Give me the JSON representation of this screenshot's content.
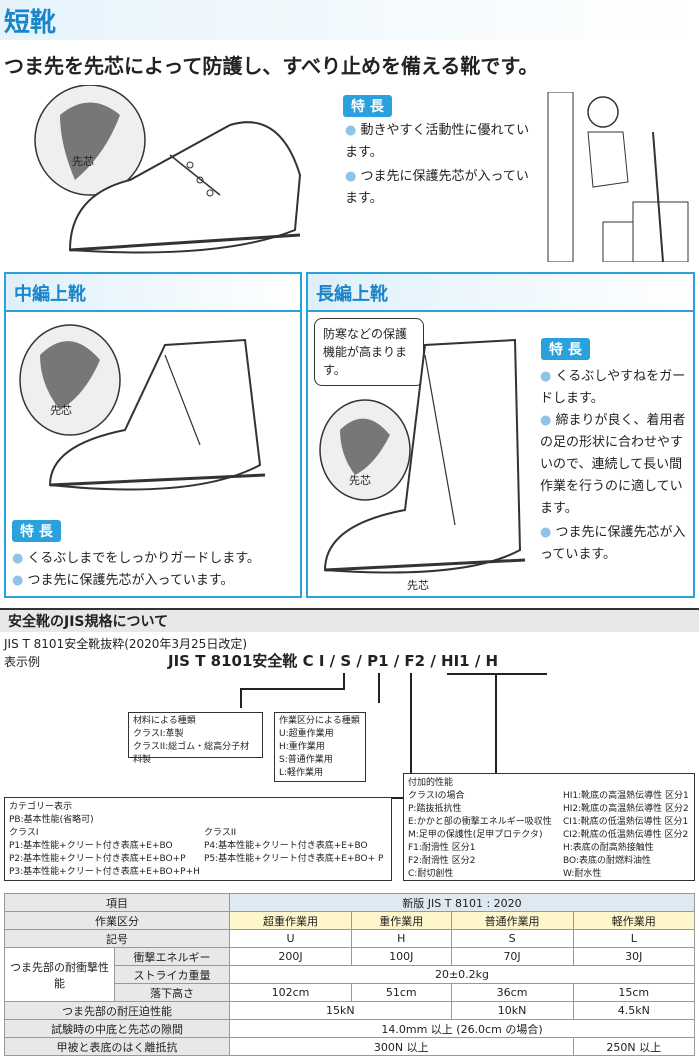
{
  "header": {
    "title": "短靴",
    "subtitle": "つま先を先芯によって防護し、すべり止めを備える靴です。"
  },
  "short_boot": {
    "toe_label": "先芯",
    "feature_tag": "特 長",
    "features": [
      "動きやすく活動性に優れています。",
      "つま先に保護先芯が入っています。"
    ]
  },
  "mid_boot": {
    "title": "中編上靴",
    "toe_label": "先芯",
    "feature_tag": "特 長",
    "features": [
      "くるぶしまでをしっかりガードします。",
      "つま先に保護先芯が入っています。"
    ]
  },
  "long_boot": {
    "title": "長編上靴",
    "speech": "防寒などの保護機能が高まります。",
    "toe_label": "先芯",
    "toe_label_bottom": "先芯",
    "feature_tag": "特 長",
    "features": [
      "くるぶしやすねをガードします。",
      "締まりが良く、着用者の足の形状に合わせやすいので、連続して長い間作業を行うのに適しています。",
      "つま先に保護先芯が入っています。"
    ]
  },
  "jis": {
    "title": "安全靴のJIS規格について",
    "excerpt": "JIS T 8101安全靴抜粋(2020年3月25日改定)",
    "example_label": "表示例",
    "code": "JIS T 8101安全靴 C I / S / P1 / F2 / HI1 / H",
    "material": {
      "title": "材料による種類",
      "lines": [
        "クラスI:革製",
        "クラスII:総ゴム・総高分子材料製"
      ]
    },
    "work": {
      "title": "作業区分による種類",
      "lines": [
        "U:超重作業用",
        "H:重作業用",
        "S:普通作業用",
        "L:軽作業用"
      ]
    },
    "category": {
      "title": "カテゴリー表示",
      "pb": "PB:基本性能(省略可)",
      "class1": "クラスI",
      "class2": "クラスII",
      "left": [
        "P1:基本性能+クリート付き表底+E+BO",
        "P2:基本性能+クリート付き表底+E+BO+P",
        "P3:基本性能+クリート付き表底+E+BO+P+H"
      ],
      "right": [
        "P4:基本性能+クリート付き表底+E+BO",
        "P5:基本性能+クリート付き表底+E+BO+ P"
      ]
    },
    "additional": {
      "title": "付加的性能",
      "sub": "クラスIの場合",
      "left": [
        "P:踏抜抵抗性",
        "E:かかと部の衝撃エネルギー吸収性",
        "M:足甲の保護性(足甲プロテクタ)",
        "F1:耐滑性 区分1",
        "F2:耐滑性 区分2",
        "C:耐切創性"
      ],
      "right": [
        "HI1:靴底の高温熱伝導性 区分1",
        "HI2:靴底の高温熱伝導性 区分2",
        "CI1:靴底の低温熱伝導性 区分1",
        "CI2:靴底の低温熱伝導性 区分2",
        "H:表底の耐高熱接触性",
        "BO:表底の耐燃料油性",
        "W:耐水性"
      ]
    }
  },
  "table": {
    "item": "項目",
    "version": "新版 JIS T 8101 : 2020",
    "work_class": "作業区分",
    "classes": [
      "超重作業用",
      "重作業用",
      "普通作業用",
      "軽作業用"
    ],
    "symbol": "記号",
    "symbols": [
      "U",
      "H",
      "S",
      "L"
    ],
    "impact_group": "つま先部の耐衝撃性能",
    "impact_energy": "衝撃エネルギー",
    "energies": [
      "200J",
      "100J",
      "70J",
      "30J"
    ],
    "striker": "ストライカ重量",
    "striker_value": "20±0.2kg",
    "drop": "落下高さ",
    "drops": [
      "102cm",
      "51cm",
      "36cm",
      "15cm"
    ],
    "compression": "つま先部の耐圧迫性能",
    "compressions": [
      "15kN",
      "10kN",
      "4.5kN"
    ],
    "clearance": "試験時の中底と先芯の隙間",
    "clearance_value": "14.0mm 以上 (26.0cm の場合)",
    "peel": "甲被と表底のはく離抵抗",
    "peels": [
      "300N 以上",
      "250N 以上"
    ]
  }
}
